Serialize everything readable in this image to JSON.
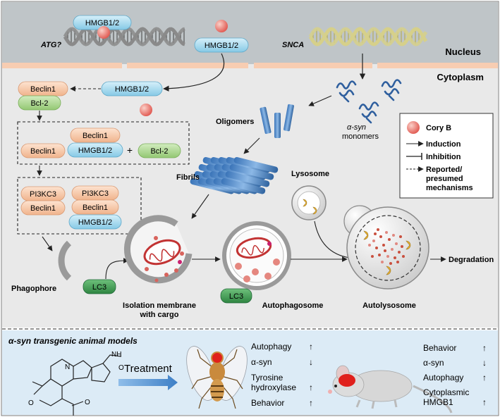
{
  "nucleus": {
    "label": "Nucleus",
    "atg_label": "ATG?",
    "snca_label": "SNCA",
    "hmgb_on_dna": "HMGB1/2",
    "hmgb_free": "HMGB1/2"
  },
  "cytoplasm": {
    "label": "Cytoplasm",
    "hmgb_cyto": "HMGB1/2",
    "beclin1_top": "Beclin1",
    "bcl2_top": "Bcl-2",
    "complex1": {
      "beclin1_a": "Beclin1",
      "beclin1_b": "Beclin1",
      "hmgb": "HMGB1/2",
      "plus": "+",
      "bcl2": "Bcl-2"
    },
    "complex2": {
      "pi3kc3_a": "PI3KC3",
      "beclin1_a": "Beclin1",
      "pi3kc3_b": "PI3KC3",
      "beclin1_b": "Beclin1",
      "hmgb": "HMGB1/2"
    },
    "oligomers": "Oligomers",
    "monomers_line1": "α-syn",
    "monomers_line2": "monomers",
    "fibrils": "Fibrils",
    "lysosome": "Lysosome",
    "phagophore": "Phagophore",
    "lc3_a": "LC3",
    "lc3_b": "LC3",
    "isolation_line1": "Isolation membrane",
    "isolation_line2": "with cargo",
    "autophagosome": "Autophagosome",
    "autolysosome": "Autolysosome",
    "degradation": "Degradation"
  },
  "legend": {
    "cory_b": "Cory B",
    "induction": "Induction",
    "inhibition": "Inhibition",
    "reported_line1": "Reported/",
    "reported_line2": "presumed",
    "reported_line3": "mechanisms"
  },
  "bottom": {
    "title": "α-syn transgenic animal models",
    "treatment": "Treatment",
    "fly": [
      {
        "label": "Autophagy",
        "arrow": "↑"
      },
      {
        "label": "α-syn",
        "arrow": "↓"
      },
      {
        "label": "Tyrosine",
        "label2": "hydroxylase",
        "arrow": "↑"
      },
      {
        "label": "Behavior",
        "arrow": "↑"
      }
    ],
    "mouse": [
      {
        "label": "Behavior",
        "arrow": "↑"
      },
      {
        "label": "α-syn",
        "arrow": "↓"
      },
      {
        "label": "Autophagy",
        "arrow": "↑"
      },
      {
        "label": "Cytoplasmic",
        "label2": "HMGB1",
        "arrow": "↑"
      }
    ]
  },
  "colors": {
    "nucleus_bg": "#bfc5c8",
    "cytoplasm_bg": "#e9e9e9",
    "bottom_bg": "#dcebf6",
    "hmgb": "#a9dcf0",
    "beclin": "#f6c7a6",
    "bcl2": "#a8d58a",
    "lc3": "#3f9a52",
    "cory_b": "#e8726a",
    "snca_dna": "#e6e2a4",
    "atg_dna": "#8a8a8a",
    "treatment_arrow": "#4f8fd0"
  }
}
